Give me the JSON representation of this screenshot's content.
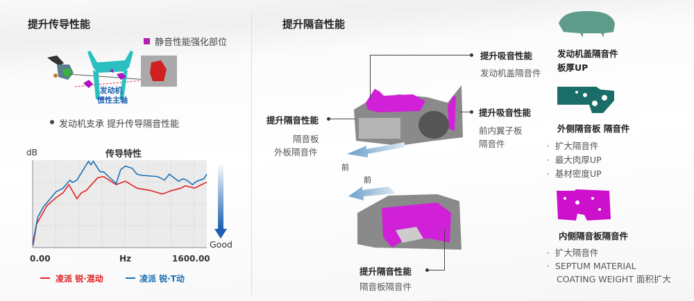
{
  "left": {
    "title": "提升传导性能",
    "legend_marker": "静音性能强化部位",
    "engine_label_1": "发动机",
    "engine_label_2": "惯性主轴",
    "bullet": "发动机支承  提升传导隔音性能"
  },
  "chart_data": {
    "type": "line",
    "title": "传导特性",
    "xlabel": "Hz",
    "ylabel": "dB",
    "x_ticks": [
      "0.00",
      "1600.00"
    ],
    "xlim": [
      0,
      1600
    ],
    "ylim": [
      0,
      4
    ],
    "grid": true,
    "good_label": "Good",
    "legend_placement": "bottom",
    "series": [
      {
        "name": "凌派 锐·混动",
        "color": "#e02020",
        "x": [
          4,
          36,
          131,
          216,
          280,
          333,
          407,
          449,
          492,
          598,
          651,
          767,
          852,
          958,
          1085,
          1191,
          1276,
          1361,
          1403,
          1488,
          1551,
          1600
        ],
        "y": [
          0.1,
          1.07,
          1.92,
          2.29,
          2.51,
          2.88,
          2.24,
          2.51,
          2.61,
          3.2,
          3.25,
          2.88,
          3.04,
          2.72,
          2.61,
          2.45,
          2.61,
          2.72,
          2.83,
          2.72,
          2.88,
          2.99
        ]
      },
      {
        "name": "凌派 锐·T动",
        "color": "#1a6fb5",
        "x": [
          0,
          47,
          100,
          216,
          280,
          343,
          364,
          407,
          513,
          535,
          557,
          619,
          651,
          767,
          809,
          852,
          915,
          958,
          1000,
          1149,
          1212,
          1255,
          1340,
          1382,
          1414,
          1467,
          1509,
          1572,
          1600
        ],
        "y": [
          0.16,
          1.39,
          1.87,
          2.56,
          2.72,
          3.09,
          2.98,
          3.09,
          3.95,
          3.79,
          3.95,
          3.47,
          3.47,
          2.93,
          3.57,
          3.73,
          3.63,
          3.36,
          3.31,
          3.25,
          3.09,
          3.36,
          3.04,
          3.15,
          3.09,
          2.88,
          3.04,
          3.15,
          3.36
        ]
      }
    ]
  },
  "middle": {
    "title": "提升隔音性能",
    "callout_hood_title": "提升吸音性能",
    "callout_hood_sub": "发动机盖隔音件",
    "callout_fender_title": "提升吸音性能",
    "callout_fender_sub1": "前内翼子板",
    "callout_fender_sub2": "隔音件",
    "callout_front_title": "提升隔音性能",
    "callout_front_sub1": "隔音板",
    "callout_front_sub2": "外板隔音件",
    "front_label_1": "前",
    "front_label_2": "前",
    "callout_dash_title": "提升隔音性能",
    "callout_dash_sub": "隔音板隔音件"
  },
  "right": {
    "part1_title": "发动机盖隔音件",
    "part1_sub": "板厚UP",
    "part2_title": "外侧隔音板 隔音件",
    "part2_bullets": [
      "扩大隔音件",
      "最大肉厚UP",
      "基材密度UP"
    ],
    "part3_title": "内侧隔音板隔音件",
    "part3_bullets": [
      "扩大隔音件",
      "SEPTUM MATERIAL",
      "COATING WEIGHT 面积扩大"
    ]
  },
  "colors": {
    "magenta": "#cc00cc",
    "teal": "#2bbfc0",
    "red": "#e02020",
    "blue": "#1a6fb5"
  }
}
